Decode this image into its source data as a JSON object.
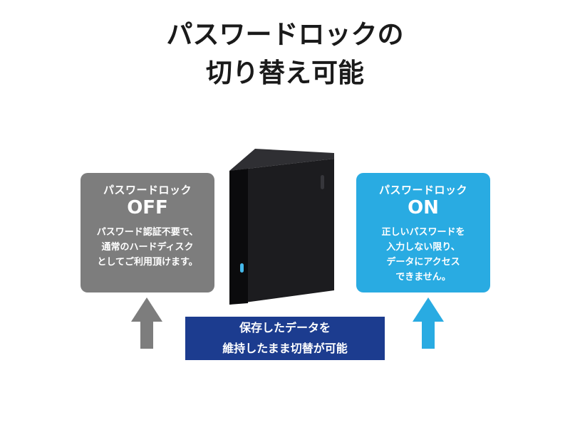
{
  "title": {
    "line1": "パスワードロックの",
    "line2": "切り替え可能"
  },
  "off_box": {
    "heading": "パスワードロック",
    "state": "OFF",
    "body_lines": [
      "パスワード認証不要で、",
      "通常のハードディスク",
      "としてご利用頂けます。"
    ]
  },
  "on_box": {
    "heading": "パスワードロック",
    "state": "ON",
    "body_lines": [
      "正しいパスワードを",
      "入力しない限り、",
      "データにアクセス",
      "できません。"
    ]
  },
  "banner": {
    "line1": "保存したデータを",
    "line2": "維持したまま切替が可能"
  },
  "device": {
    "kind": "external-hdd",
    "led_color": "#45b8ea"
  },
  "colors": {
    "off_gray": "#7d7d7d",
    "on_blue": "#29abe2",
    "banner_navy": "#1c3c8f",
    "device_black": "#1c1c1f",
    "title_black": "#1a1a1a",
    "background": "#ffffff"
  }
}
